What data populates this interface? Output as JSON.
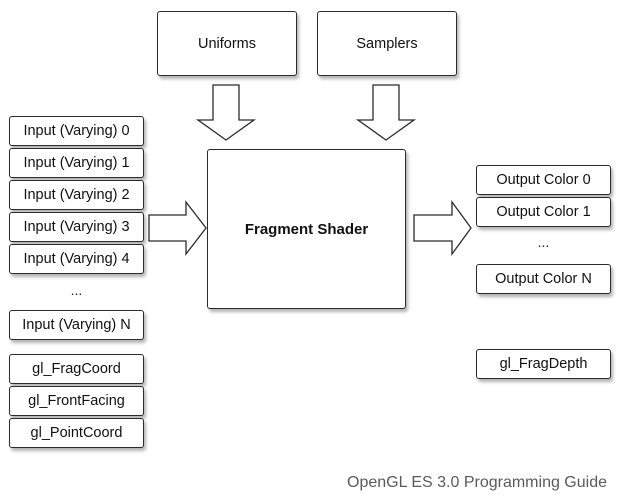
{
  "top_inputs": [
    "Uniforms",
    "Samplers"
  ],
  "varying_inputs": [
    "Input (Varying) 0",
    "Input (Varying) 1",
    "Input (Varying) 2",
    "Input (Varying) 3",
    "Input (Varying) 4"
  ],
  "varying_ellipsis": "...",
  "varying_last": "Input (Varying) N",
  "builtin_inputs": [
    "gl_FragCoord",
    "gl_FrontFacing",
    "gl_PointCoord"
  ],
  "shader": "Fragment Shader",
  "outputs": [
    "Output Color 0",
    "Output Color 1"
  ],
  "outputs_ellipsis": "...",
  "output_last": "Output Color N",
  "frag_depth": "gl_FragDepth",
  "caption": "OpenGL ES 3.0 Programming Guide",
  "colors": {
    "border": "#2b2b2b",
    "caption": "#5a5a5a"
  }
}
